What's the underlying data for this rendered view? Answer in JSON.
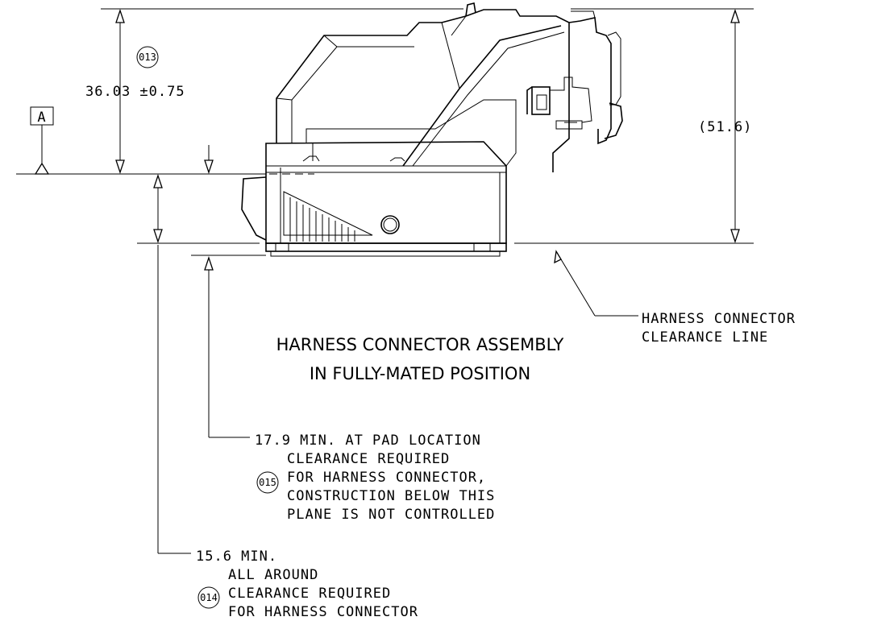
{
  "dimensions": {
    "height_main": "36.03 ±0.75",
    "overall_ref": "(51.6)"
  },
  "datum": {
    "label": "A"
  },
  "balloons": {
    "b013": "013",
    "b014": "014",
    "b015": "015"
  },
  "title": {
    "line1": "HARNESS CONNECTOR ASSEMBLY",
    "line2": "IN FULLY-MATED POSITION"
  },
  "clearance_line_note": {
    "line1": "HARNESS CONNECTOR",
    "line2": "CLEARANCE LINE"
  },
  "note_pad": {
    "line1": "17.9 MIN. AT PAD LOCATION",
    "line2": "CLEARANCE REQUIRED",
    "line3": "FOR HARNESS CONNECTOR,",
    "line4": "CONSTRUCTION BELOW THIS",
    "line5": "PLANE IS NOT CONTROLLED"
  },
  "note_all_around": {
    "line1": "15.6 MIN.",
    "line2": "ALL AROUND",
    "line3": "CLEARANCE REQUIRED",
    "line4": "FOR HARNESS CONNECTOR"
  }
}
